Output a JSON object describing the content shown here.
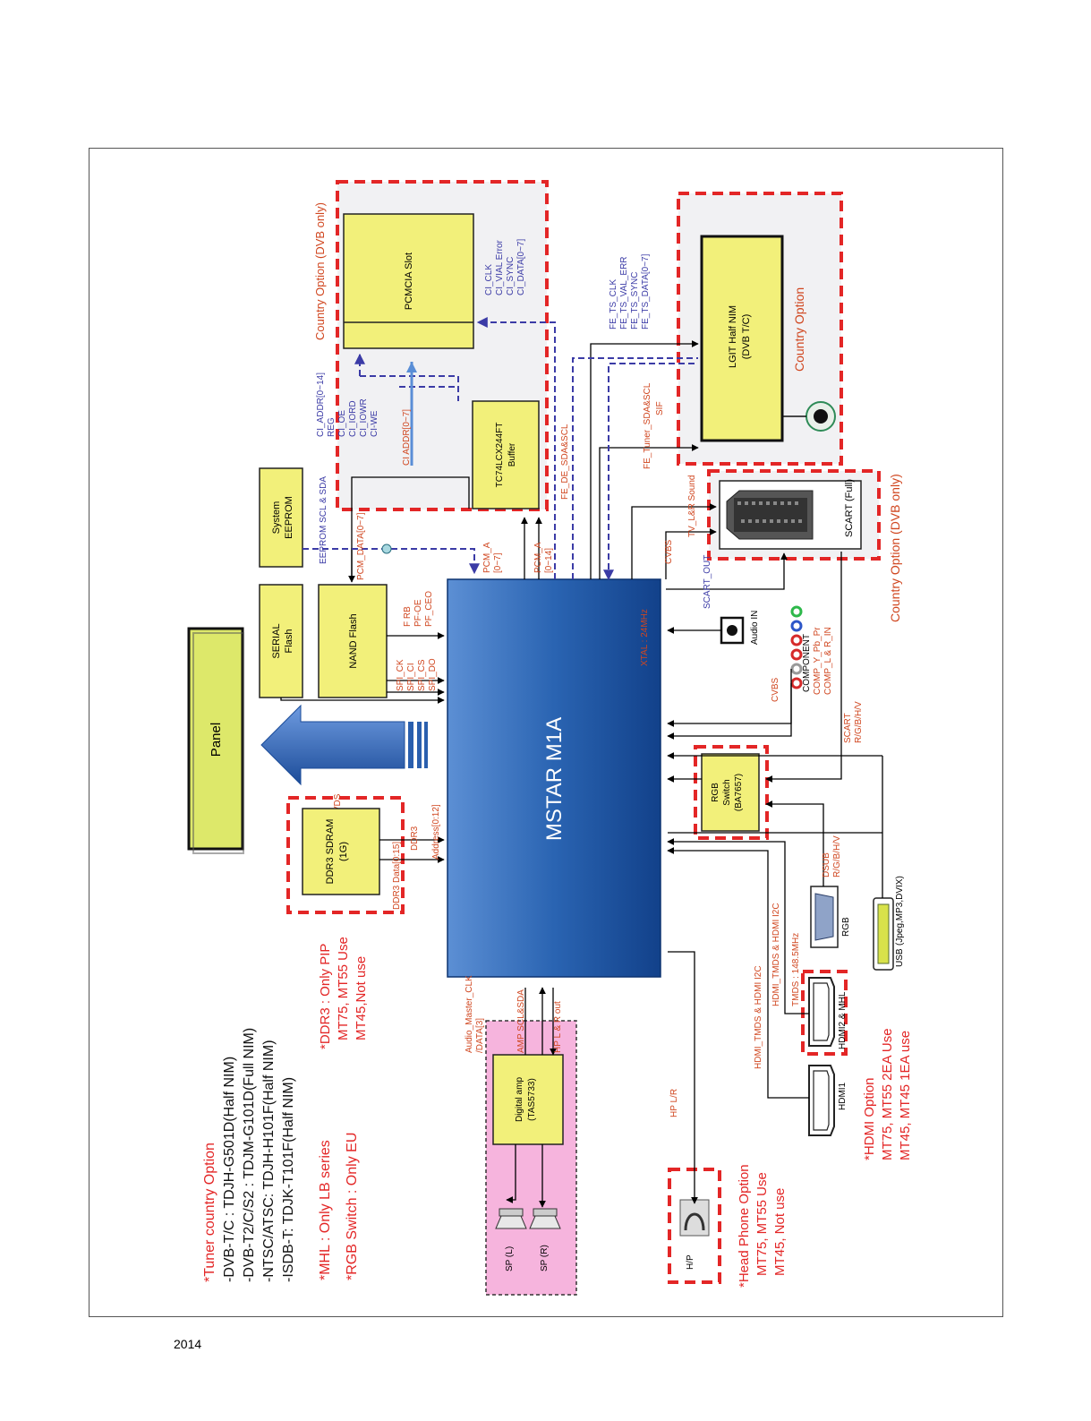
{
  "footer": {
    "year": "2014"
  },
  "blocks": {
    "panel": "Panel",
    "mstar": "MSTAR M1A",
    "serial_flash": [
      "SERIAL",
      "Flash"
    ],
    "nand_flash": "NAND Flash",
    "eeprom": [
      "System",
      "EEPROM"
    ],
    "buffer": [
      "TC74LCX244FT",
      "Buffer"
    ],
    "pcmcia": "PCMCIA Slot",
    "nim": [
      "LGIT Half NIM",
      "(DVB T/C)"
    ],
    "ddr3": [
      "DDR3 SDRAM",
      "(1G)"
    ],
    "rgb_switch": [
      "RGB",
      "Switch",
      "(BA7657)"
    ],
    "digital_amp": [
      "Digital amp",
      "(TAS5733)"
    ],
    "scart": "SCART (Full)",
    "sp_l": "SP (L)",
    "sp_r": "SP (R)",
    "hp": "H/P"
  },
  "connectors": {
    "audio_in": "Audio IN",
    "component": "COMPONENT",
    "rgb": "RGB",
    "usb": "USB",
    "usb_formats": "(Jpeg,MP3,DVIX)",
    "hdmi2": "HDMI2 & MHL",
    "hdmi1": "HDMI1"
  },
  "signals": {
    "ci_addr": "CI_ADDR[0~14]",
    "reg": "REG",
    "ci_oe": "CI_OE",
    "ci_iord": "CI_IORD",
    "ci_iowr": "CI_IOWR",
    "ci_we": "CI-WE",
    "ci_addr_07": "CI ADDR[0~7]",
    "ci_clk": "CI_CLK",
    "ci_vial": "CI_VIAL Error",
    "ci_sync": "CI_SYNC",
    "ci_data": "CI_DATA[0~7]",
    "fe_ts_clk": "FE_TS_CLK",
    "fe_ts_val": "FE_TS_VAL_ERR",
    "fe_ts_sync": "FE_TS_SYNC",
    "fe_ts_data": "FE_TS_DATA[0~7]",
    "fe_tuner": "FE_Tuner_SDA&SCL",
    "sif": "SIF",
    "fe_de": "FE_DE_SDA&SCL",
    "eeprom_bus": "EEPROM SCL & SDA",
    "pcm_data": "PCM_DATA[0~7]",
    "pcm_a07": [
      "PCM_A",
      "[0~7]"
    ],
    "pcm_a014": [
      "PCM_A",
      "[0~14]"
    ],
    "f_rb": "F RB",
    "pf_oe": "PF-OE",
    "pf_ceo": "PF_CEO",
    "spi_ck": "SPI_CK",
    "spi_ci": "SPI_CI",
    "spi_cs": "SPI_CS",
    "spi_do": "SPI_DO",
    "xtal": "XTAL : 24MHz",
    "cvbs1": "CVBS",
    "tv_lr": "TV_L&R Sound",
    "scart_out": "SCART_OUT",
    "cvbs2": "CVBS",
    "comp_y": "COMP_Y_Pb_Pr",
    "comp_l": "COMP_L & R_IN",
    "scart_rgb": [
      "SCART",
      "R/G/B/H/V"
    ],
    "dsub": [
      "DSUB",
      "R/G/B/H/V"
    ],
    "tmds": "TMDS : 148.5MHz",
    "hdmi_i2c_a": "HDMI_TMDS & HDMI I2C",
    "hdmi_i2c_b": "HDMI_TMDS & HDMI I2C",
    "ddr3_data": "DDR3 Data[0:15]",
    "ddr3_ctl": "DDR3",
    "ddr3_addr": "Address[0:12]",
    "audio_clk": [
      "Audio_Master_CLK",
      "/DATA[3]"
    ],
    "amp_scl": "AMP SCL&SDA",
    "hp_lr_out": "HP L & R out",
    "hp_lr": "HP L/R",
    "lvds": "LVDS"
  },
  "options": {
    "country_dvb_top": "Country Option (DVB only)",
    "country_nim": "Country Option",
    "country_scart": "Country Option (DVB only)"
  },
  "notes": {
    "tuner": [
      "*Tuner country Option",
      "-DVB-T/C : TDJH-G501D(Half NIM)",
      "-DVB-T2/C/S2 : TDJM-G101D(Full NIM)",
      "-NTSC/ATSC: TDJH-H101F(Half NIM)",
      "-ISDB-T: TDJK-T101F(Half NIM)"
    ],
    "ddr3": [
      "*DDR3 : Only PIP",
      "MT75, MT55 Use",
      "MT45,Not use"
    ],
    "mhl": "*MHL : Only LB series",
    "rgb_switch": "*RGB Switch : Only EU",
    "headphone": [
      "*Head Phone Option",
      "MT75, MT55 Use",
      "MT45, Not use"
    ],
    "hdmi": [
      "*HDMI Option",
      "MT75, MT55 2EA Use",
      "MT45, MT45 1EA use"
    ]
  },
  "colors": {
    "chip_blue": "#1f5fad",
    "block_yellow": "#f2f07a",
    "dash_red": "#e32626",
    "signal_blue": "#3b3ba6",
    "signal_red": "#d0461f",
    "pink": "#f6b4dd",
    "option_bg": "#f1f1f3"
  }
}
